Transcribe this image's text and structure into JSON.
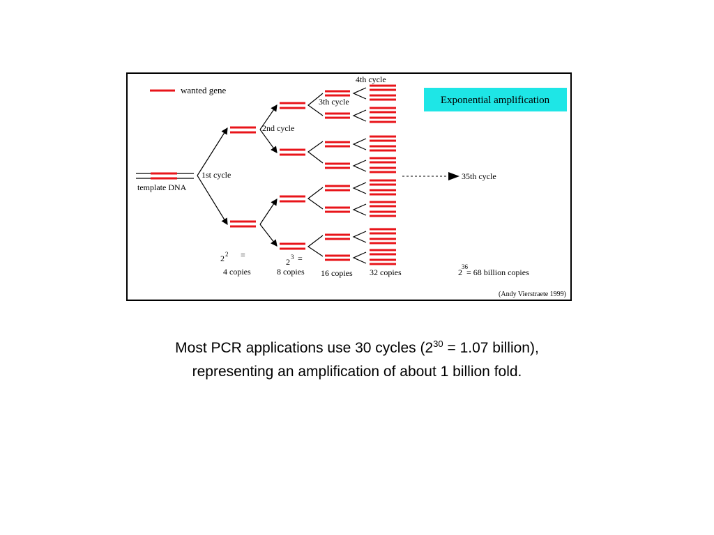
{
  "figure": {
    "legend_label": "wanted gene",
    "title": "Exponential amplification",
    "template_label": "template DNA",
    "cycle_labels": {
      "c1": "1st cycle",
      "c2": "2nd cycle",
      "c3": "3th cycle",
      "c4": "4th cycle",
      "c35": "35th cycle"
    },
    "copies": {
      "c2_base": "2",
      "c2_exp": "2",
      "c2_eq": "=",
      "c2_text": "4 copies",
      "c3_base": "2",
      "c3_exp": "3",
      "c3_eq": "=",
      "c3_text": "8 copies",
      "c4_text": "16 copies",
      "c5_text": "32 copies",
      "final_base": "2",
      "final_exp": "36",
      "final_text": "= 68 billion copies"
    },
    "credit": "(Andy Vierstraete 1999)",
    "colors": {
      "gene": "#e8141a",
      "title_bg": "#1ee6e6",
      "strand": "#000000"
    }
  },
  "caption": {
    "line1_pre": "Most PCR applications use 30 cycles (2",
    "line1_sup": "30",
    "line1_post": " = 1.07 billion),",
    "line2": "representing an amplification of about 1 billion fold."
  }
}
